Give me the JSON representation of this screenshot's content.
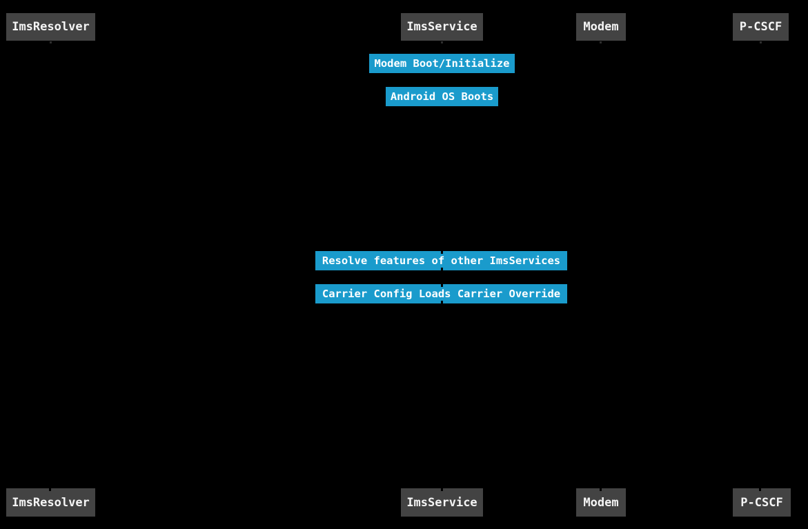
{
  "diagram": {
    "type": "sequence-diagram",
    "background_color": "#000000",
    "participant_box_color": "#434343",
    "note_box_color": "#1a9bcc",
    "text_color": "#ffffff",
    "participants": [
      {
        "label": "ImsResolver"
      },
      {
        "label": "ImsService"
      },
      {
        "label": "Modem"
      },
      {
        "label": "P-CSCF"
      }
    ],
    "notes": [
      {
        "label": "Modem Boot/Initialize"
      },
      {
        "label": "Android OS Boots"
      },
      {
        "label": "Resolve features of other ImsServices"
      },
      {
        "label": "Carrier Config Loads Carrier Override"
      }
    ]
  }
}
